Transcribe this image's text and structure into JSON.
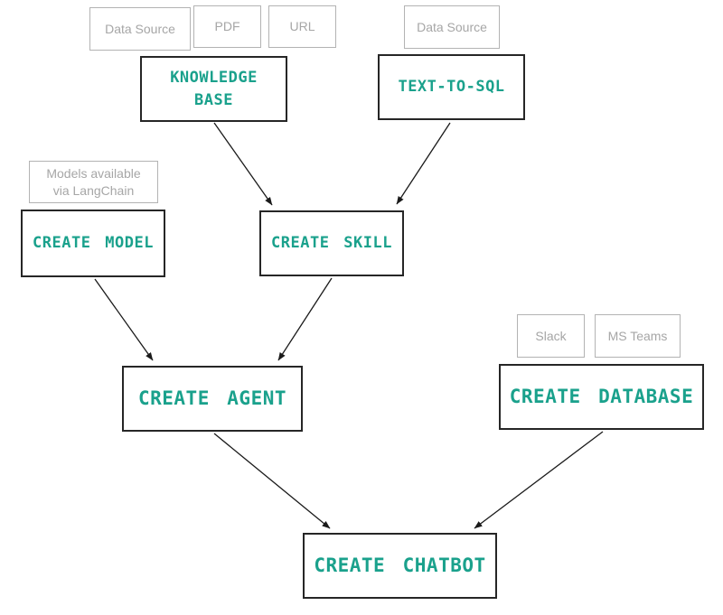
{
  "colors": {
    "accent": "#1aa18c",
    "gray_text": "#a6a6a6",
    "gray_border": "#b3b3b3",
    "node_border": "#262626",
    "arrow": "#1a1a1a"
  },
  "tags": {
    "data_source_1": "Data Source",
    "pdf": "PDF",
    "url": "URL",
    "data_source_2": "Data Source",
    "langchain": {
      "lines": [
        "Models available",
        "via LangChain"
      ]
    },
    "slack": "Slack",
    "ms_teams": "MS Teams"
  },
  "nodes": {
    "knowledge_base": {
      "lines": [
        "KNOWLEDGE",
        "BASE"
      ]
    },
    "text_to_sql": "TEXT-TO-SQL",
    "create_model": "CREATE MODEL",
    "create_skill": "CREATE SKILL",
    "create_agent": "CREATE AGENT",
    "create_database": "CREATE DATABASE",
    "create_chatbot": "CREATE CHATBOT"
  },
  "edges": [
    {
      "from": "KNOWLEDGE BASE",
      "to": "CREATE SKILL"
    },
    {
      "from": "TEXT-TO-SQL",
      "to": "CREATE SKILL"
    },
    {
      "from": "CREATE MODEL",
      "to": "CREATE AGENT"
    },
    {
      "from": "CREATE SKILL",
      "to": "CREATE AGENT"
    },
    {
      "from": "CREATE AGENT",
      "to": "CREATE CHATBOT"
    },
    {
      "from": "CREATE DATABASE",
      "to": "CREATE CHATBOT"
    }
  ]
}
